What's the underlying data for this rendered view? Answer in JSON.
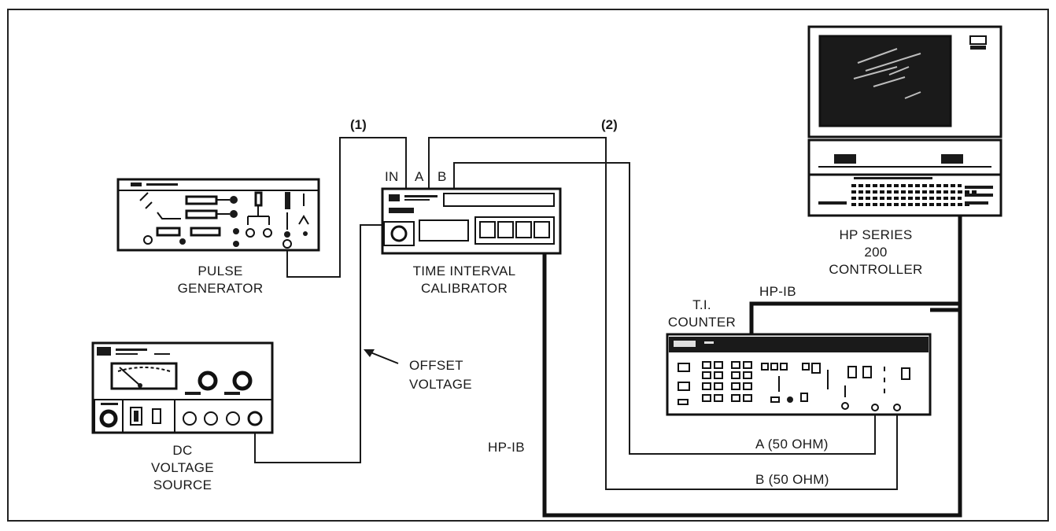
{
  "labels": {
    "pulse_generator": [
      "PULSE",
      "GENERATOR"
    ],
    "time_interval_calibrator": [
      "TIME INTERVAL",
      "CALIBRATOR"
    ],
    "dc_voltage_source": [
      "DC",
      "VOLTAGE",
      "SOURCE"
    ],
    "hp_controller": [
      "HP SERIES",
      "200",
      "CONTROLLER"
    ],
    "ti_counter": [
      "T.I.",
      "COUNTER"
    ],
    "offset_voltage": [
      "OFFSET",
      "VOLTAGE"
    ],
    "hpib_top": "HP-IB",
    "hpib_left": "HP-IB",
    "cable_1": "(1)",
    "cable_2": "(2)",
    "port_in": "IN",
    "port_a": "A",
    "port_b": "B",
    "a_50ohm": "A (50 OHM)",
    "b_50ohm": "B (50 OHM)"
  }
}
